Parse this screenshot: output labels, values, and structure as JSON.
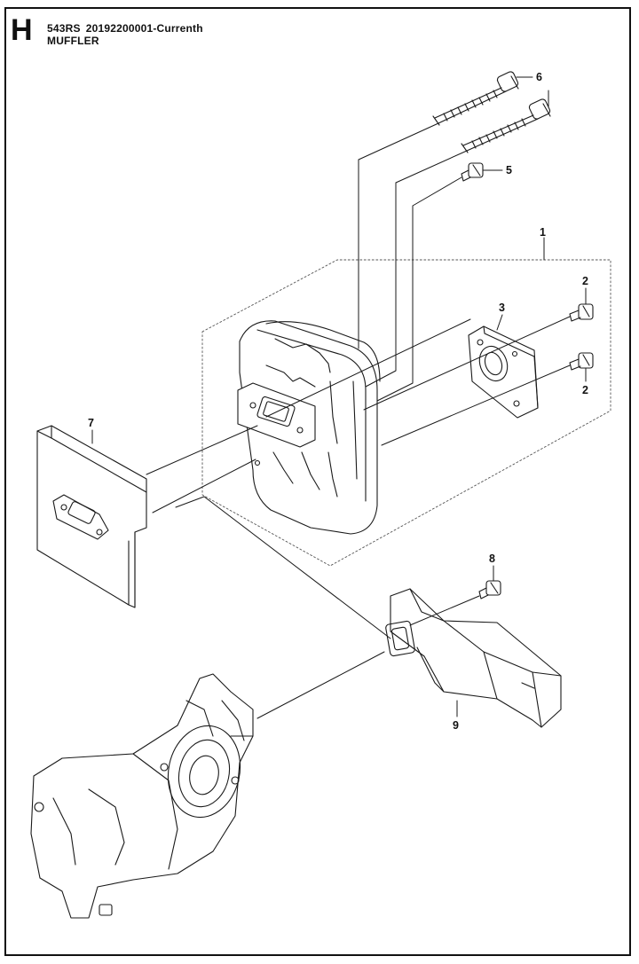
{
  "header": {
    "section_letter": "H",
    "model": "543RS",
    "part_code": "20192200001-Currenth",
    "title": "MUFFLER"
  },
  "callouts": {
    "c1": "1",
    "c2a": "2",
    "c2b": "2",
    "c3": "3",
    "c5": "5",
    "c6": "6",
    "c7": "7",
    "c8": "8",
    "c9": "9"
  }
}
